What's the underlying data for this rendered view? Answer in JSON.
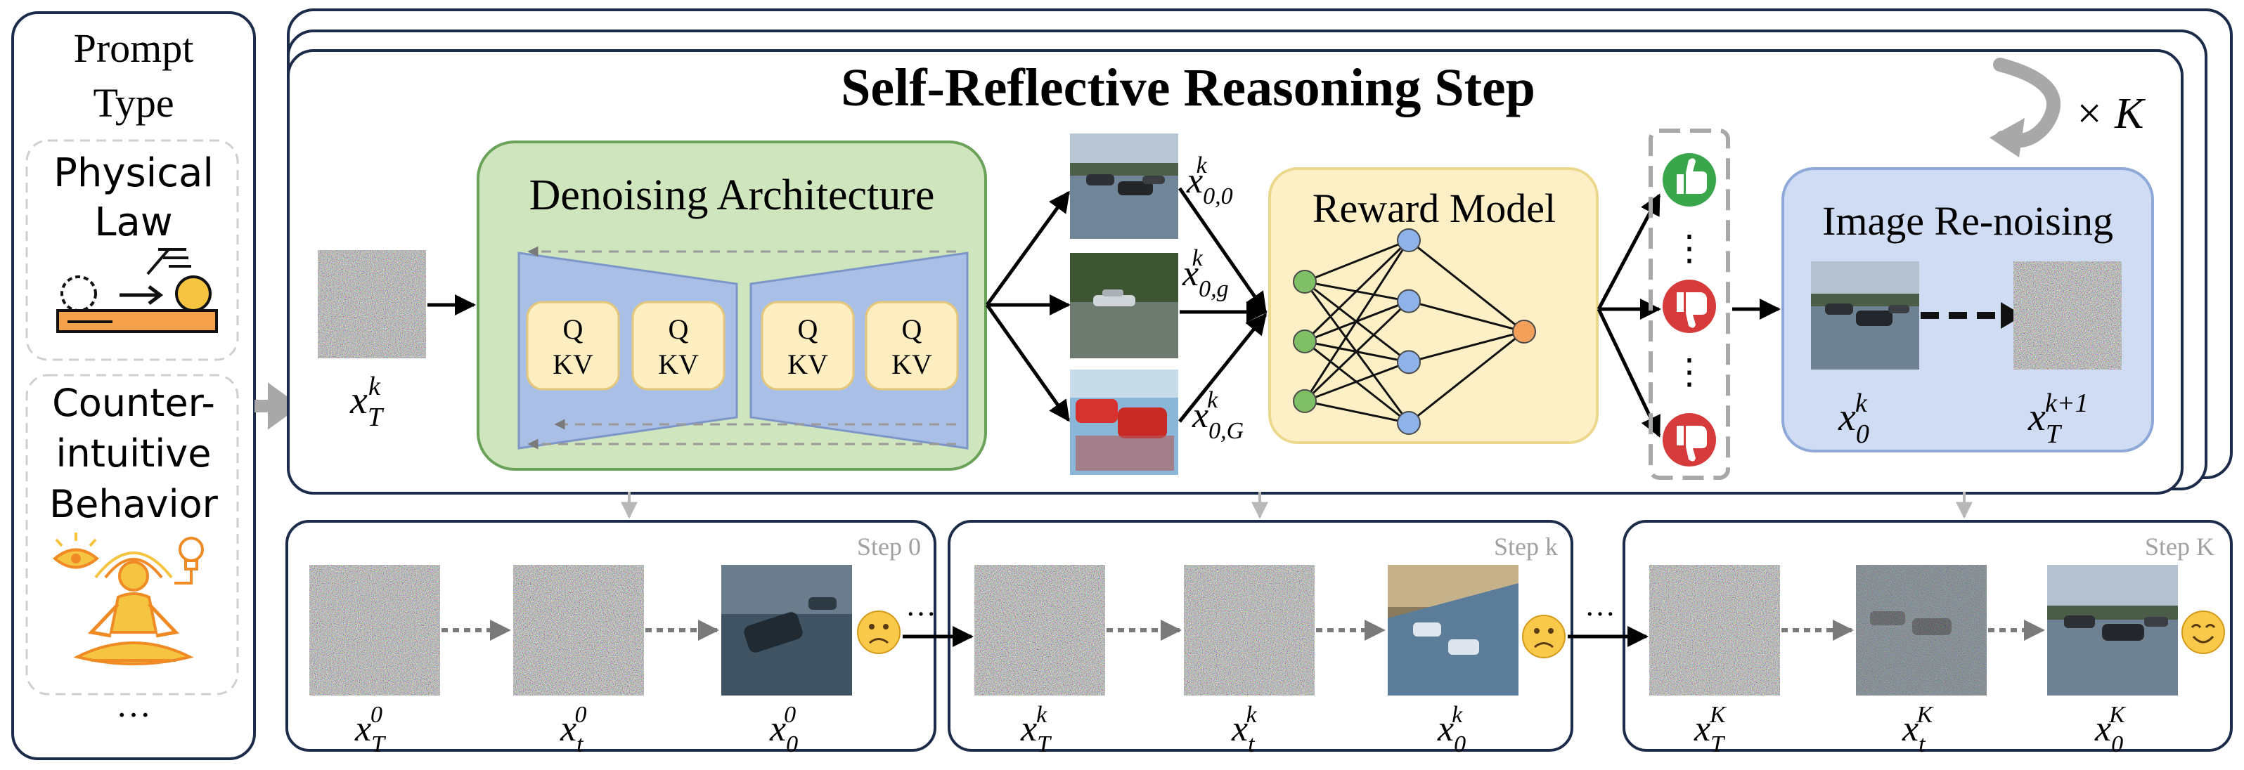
{
  "prompt_panel": {
    "title_line1": "Prompt",
    "title_line2": "Type",
    "card1_line1": "Physical",
    "card1_line2": "Law",
    "card2_line1": "Counter-",
    "card2_line2": "intuitive",
    "card2_line3": "Behavior",
    "ellipsis": "…"
  },
  "main_panel": {
    "title": "Self-Reflective Reasoning Step",
    "repeat_times": "× K",
    "input_noise_label": "x",
    "input_noise_sub": "T",
    "input_noise_sup": "k"
  },
  "denoiser": {
    "title": "Denoising Architecture",
    "blocks": [
      {
        "q": "Q",
        "kv": "KV"
      },
      {
        "q": "Q",
        "kv": "KV"
      },
      {
        "q": "Q",
        "kv": "KV"
      },
      {
        "q": "Q",
        "kv": "KV"
      }
    ]
  },
  "candidates": [
    {
      "base": "x",
      "sub": "0,0",
      "sup": "k"
    },
    {
      "base": "x",
      "sub": "0,g",
      "sup": "k"
    },
    {
      "base": "x",
      "sub": "0,G",
      "sup": "k"
    }
  ],
  "reward_model": {
    "title": "Reward Model",
    "layers": [
      3,
      4,
      1
    ],
    "colors": {
      "input": "#7fbf66",
      "hidden": "#8fb3e8",
      "output": "#f2a05a"
    }
  },
  "feedback": {
    "vertical_dots": "⋮",
    "icons": [
      "thumbs-up",
      "thumbs-down",
      "thumbs-down"
    ],
    "colors": {
      "up": "#3aa64b",
      "down": "#d63a3a"
    }
  },
  "renoise": {
    "title": "Image Re-noising",
    "from_base": "x",
    "from_sub": "0",
    "from_sup": "k",
    "to_base": "x",
    "to_sub": "T",
    "to_sup": "k+1"
  },
  "steps": [
    {
      "label": "Step 0",
      "sup": "0",
      "labels": [
        {
          "base": "x",
          "sub": "T"
        },
        {
          "base": "x",
          "sub": "t"
        },
        {
          "base": "x",
          "sub": "0"
        }
      ],
      "face": "sad"
    },
    {
      "label": "Step k",
      "sup": "k",
      "labels": [
        {
          "base": "x",
          "sub": "T"
        },
        {
          "base": "x",
          "sub": "t"
        },
        {
          "base": "x",
          "sub": "0"
        }
      ],
      "face": "sad"
    },
    {
      "label": "Step K",
      "sup": "K",
      "labels": [
        {
          "base": "x",
          "sub": "T"
        },
        {
          "base": "x",
          "sub": "t"
        },
        {
          "base": "x",
          "sub": "0"
        }
      ],
      "face": "happy"
    }
  ],
  "between_steps": "…",
  "palette": {
    "panel_border": "#1d2b4a",
    "denoiser_fill": "#cfe5bd",
    "denoiser_border": "#6aa25a",
    "unet_fill": "#a9bfe6",
    "block_fill": "#fdeec2",
    "reward_fill": "#fdf0c7",
    "renoise_fill": "#cfdcf3",
    "gray_arrow": "#a8a8a8"
  }
}
